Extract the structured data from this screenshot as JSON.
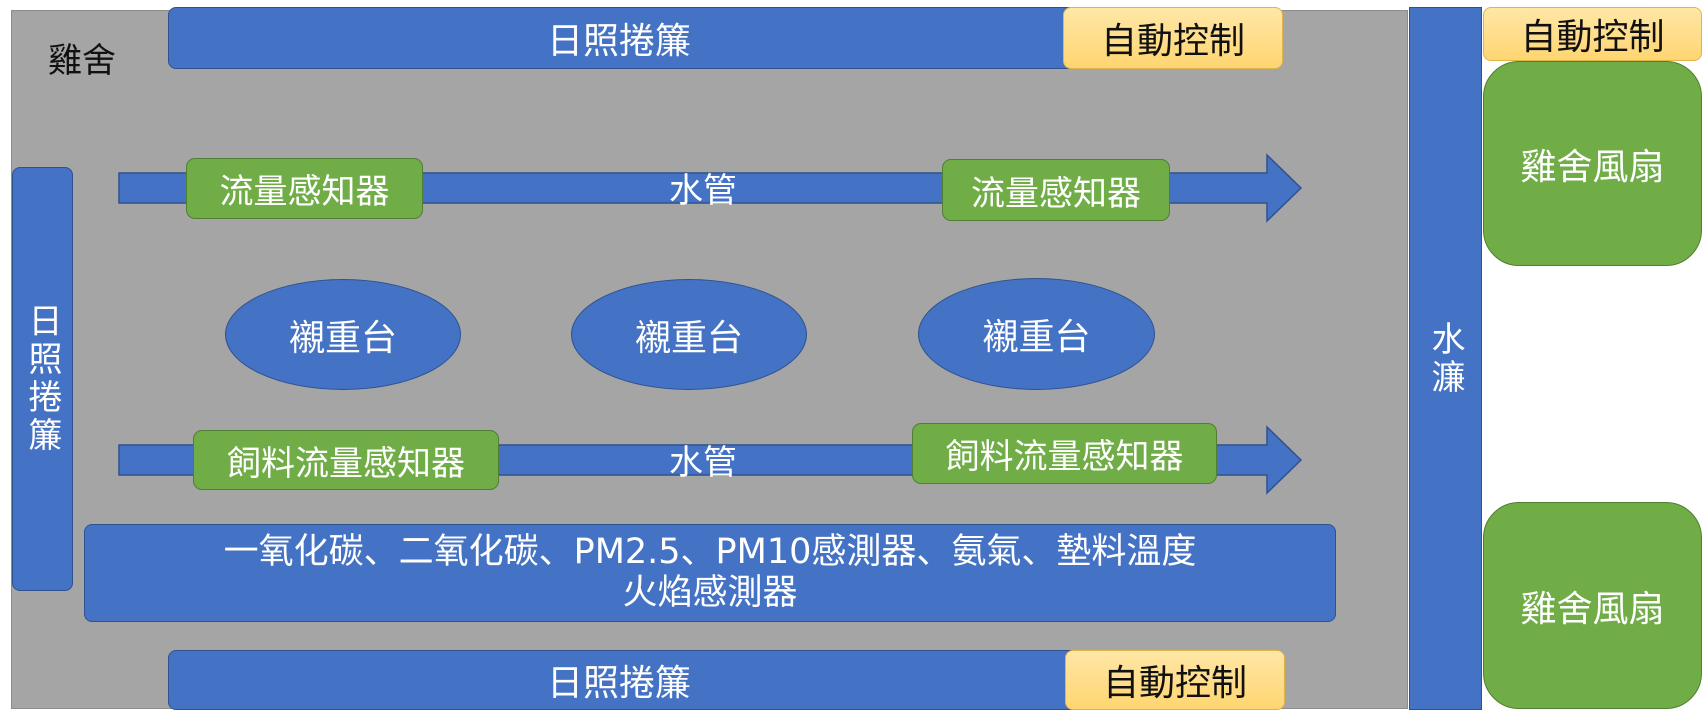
{
  "coop": {
    "label": "雞舍"
  },
  "shades": {
    "top": "日照捲簾",
    "bottom": "日照捲簾",
    "left": "日照捲簾"
  },
  "auto_control": {
    "top": "自動控制",
    "bottom": "自動控制",
    "right": "自動控制"
  },
  "water_curtain": "水濂",
  "pipes": [
    {
      "label": "水管",
      "sensors": [
        "流量感知器",
        "流量感知器"
      ]
    },
    {
      "label": "水管",
      "sensors": [
        "飼料流量感知器",
        "飼料流量感知器"
      ]
    }
  ],
  "scales": [
    "襯重台",
    "襯重台",
    "襯重台"
  ],
  "sensors_panel": {
    "line1": "一氧化碳、二氧化碳、PM2.5、PM10感測器、氨氣、墊料溫度",
    "line2": "火焰感測器"
  },
  "fans": [
    "雞舍風扇",
    "雞舍風扇"
  ],
  "colors": {
    "blue": "#4472c4",
    "green": "#70ad47",
    "gold": "#ffd966",
    "gray": "#a5a5a5"
  }
}
